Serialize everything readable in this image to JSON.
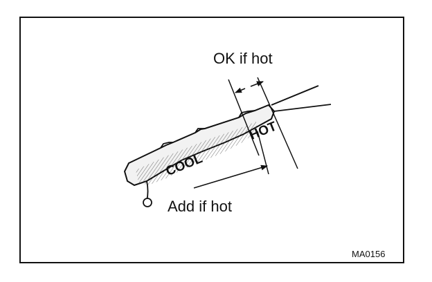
{
  "figure": {
    "callouts": {
      "ok_if_hot": "OK if hot",
      "add_if_hot": "Add if hot"
    },
    "dipstick": {
      "label_cool": "COOL",
      "label_hot": "HOT"
    },
    "figure_code": "MA0156",
    "colors": {
      "ink": "#111111",
      "paper": "#ffffff",
      "oil_film": "#e4e4e4"
    }
  }
}
